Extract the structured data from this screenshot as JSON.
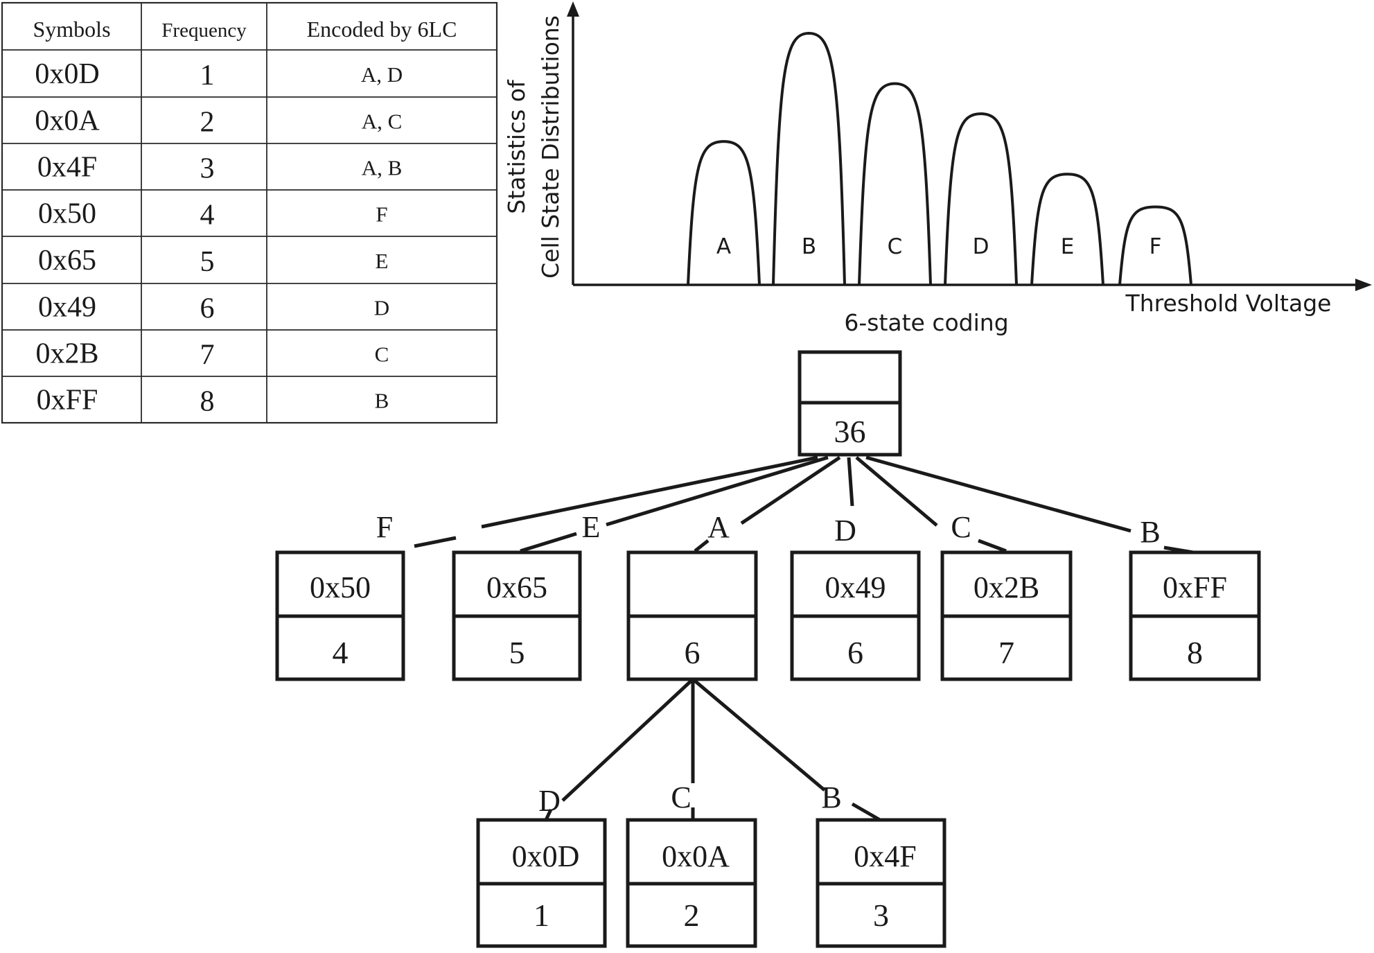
{
  "table": {
    "headers": [
      "Symbols",
      "Frequency",
      "Encoded by 6LC"
    ],
    "rows": [
      {
        "symbol": "0x0D",
        "frequency": "1",
        "encoding": "A, D"
      },
      {
        "symbol": "0x0A",
        "frequency": "2",
        "encoding": "A, C"
      },
      {
        "symbol": "0x4F",
        "frequency": "3",
        "encoding": "A, B"
      },
      {
        "symbol": "0x50",
        "frequency": "4",
        "encoding": "F"
      },
      {
        "symbol": "0x65",
        "frequency": "5",
        "encoding": "E"
      },
      {
        "symbol": "0x49",
        "frequency": "6",
        "encoding": "D"
      },
      {
        "symbol": "0x2B",
        "frequency": "7",
        "encoding": "C"
      },
      {
        "symbol": "0xFF",
        "frequency": "8",
        "encoding": "B"
      }
    ]
  },
  "distribution": {
    "y_label_line1": "Statistics of",
    "y_label_line2": "Cell State Distributions",
    "x_label": "Threshold Voltage",
    "caption": "6-state coding",
    "states": [
      {
        "label": "A",
        "relative_height": 0.57
      },
      {
        "label": "B",
        "relative_height": 1.0
      },
      {
        "label": "C",
        "relative_height": 0.8
      },
      {
        "label": "D",
        "relative_height": 0.68
      },
      {
        "label": "E",
        "relative_height": 0.44
      },
      {
        "label": "F",
        "relative_height": 0.31
      }
    ]
  },
  "tree": {
    "root": {
      "symbol": "",
      "value": "36"
    },
    "level1": [
      {
        "edge": "F",
        "symbol": "0x50",
        "value": "4"
      },
      {
        "edge": "E",
        "symbol": "0x65",
        "value": "5"
      },
      {
        "edge": "A",
        "symbol": "",
        "value": "6"
      },
      {
        "edge": "D",
        "symbol": "0x49",
        "value": "6"
      },
      {
        "edge": "C",
        "symbol": "0x2B",
        "value": "7"
      },
      {
        "edge": "B",
        "symbol": "0xFF",
        "value": "8"
      }
    ],
    "level2": [
      {
        "edge": "D",
        "symbol": "0x0D",
        "value": "1"
      },
      {
        "edge": "C",
        "symbol": "0x0A",
        "value": "2"
      },
      {
        "edge": "B",
        "symbol": "0x4F",
        "value": "3"
      }
    ]
  }
}
